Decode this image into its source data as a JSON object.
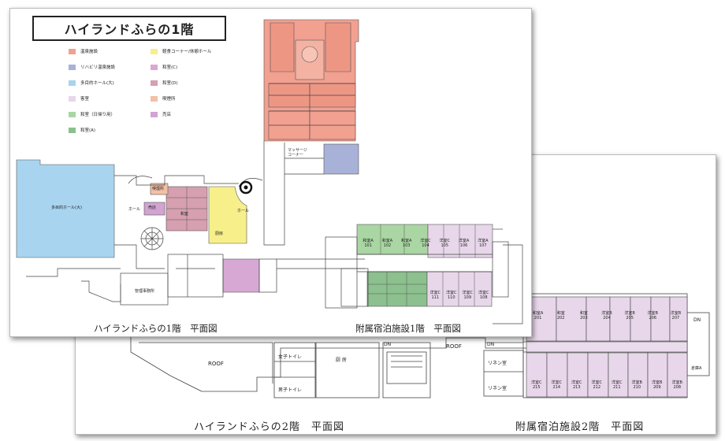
{
  "title": "ハイランドふらの1階",
  "legend": [
    {
      "label": "温泉施設",
      "color": "#f2a090"
    },
    {
      "label": "リハビリ温泉施設",
      "color": "#a8b2d8"
    },
    {
      "label": "多目的ホール(大)",
      "color": "#a8d4ef"
    },
    {
      "label": "客室",
      "color": "#e8d6ea"
    },
    {
      "label": "和室（日帰り用）",
      "color": "#a9d6a2"
    },
    {
      "label": "和室(A)",
      "color": "#8cc08e"
    },
    {
      "label": "軽食コーナー/休憩ホール",
      "color": "#f7ef8a"
    },
    {
      "label": "和室(C)",
      "color": "#d8a8d4"
    },
    {
      "label": "和室(D)",
      "color": "#d6a0b0"
    },
    {
      "label": "喫煙所",
      "color": "#f3c0a6"
    },
    {
      "label": "売店",
      "color": "#d2a4d2"
    }
  ],
  "captions": {
    "floor1_main": "ハイランドふらの1階　平面図",
    "floor1_annex": "附属宿泊施設1階　平面図",
    "floor2_main": "ハイランドふらの2階　平面図",
    "floor2_annex": "附属宿泊施設2階　平面図"
  },
  "labels": {
    "hall_large": "多目的ホール(大)",
    "hall": "ホール",
    "hall2": "ホール",
    "shop": "売店",
    "smoking": "喫煙所",
    "washitsu": "和室",
    "kitchen": "厨房",
    "office": "管理事務所",
    "massage": "マッサージ\nコーナー",
    "roof1": "ROOF",
    "roof2": "ROOF",
    "women_wc": "女子トイレ",
    "men_wc": "男子トイレ",
    "kitchen2": "厨 房",
    "linen1": "リネン室",
    "linen2": "リネン室",
    "storage": "倉庫A",
    "dn1": "DN",
    "dn2": "DN",
    "dn3": "DN"
  },
  "rooms_1f_top": [
    "和室A\n101",
    "和室A\n102",
    "和室A\n103",
    "洋室C\n104",
    "洋室C\n105",
    "洋室A\n106",
    "洋室A\n107"
  ],
  "rooms_1f_bottom": [
    "洋室C\n111",
    "洋室C\n110",
    "洋室C\n109",
    "洋室C\n108"
  ],
  "rooms_2f_top": [
    "和室A\n201",
    "和室\n202",
    "和室\n203",
    "洋室B\n204",
    "洋室B\n205",
    "洋室B\n206",
    "洋室B\n207"
  ],
  "rooms_2f_bottom": [
    "洋室C\n215",
    "洋室C\n214",
    "洋室C\n213",
    "洋室C\n212",
    "洋室C\n211",
    "洋室B\n210",
    "洋室B\n209",
    "洋室B\n208"
  ]
}
